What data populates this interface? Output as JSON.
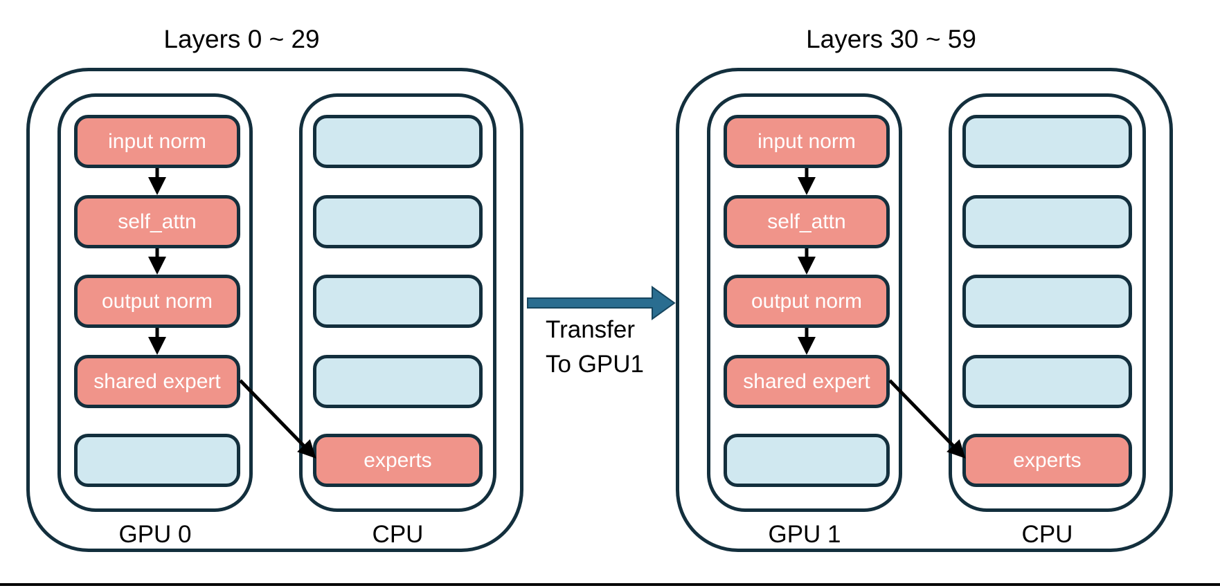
{
  "diagram": {
    "groups": [
      {
        "title": "Layers 0 ~ 29",
        "device_left_label": "GPU 0",
        "device_right_label": "CPU",
        "gpu_boxes": [
          {
            "label": "input norm",
            "type": "module"
          },
          {
            "label": "self_attn",
            "type": "module"
          },
          {
            "label": "output norm",
            "type": "module"
          },
          {
            "label": "shared expert",
            "type": "module"
          },
          {
            "label": "",
            "type": "empty-slot"
          }
        ],
        "cpu_boxes": [
          {
            "label": "",
            "type": "empty-slot"
          },
          {
            "label": "",
            "type": "empty-slot"
          },
          {
            "label": "",
            "type": "empty-slot"
          },
          {
            "label": "",
            "type": "empty-slot"
          },
          {
            "label": "experts",
            "type": "module"
          }
        ]
      },
      {
        "title": "Layers 30 ~ 59",
        "device_left_label": "GPU 1",
        "device_right_label": "CPU",
        "gpu_boxes": [
          {
            "label": "input norm",
            "type": "module"
          },
          {
            "label": "self_attn",
            "type": "module"
          },
          {
            "label": "output norm",
            "type": "module"
          },
          {
            "label": "shared expert",
            "type": "module"
          },
          {
            "label": "",
            "type": "empty-slot"
          }
        ],
        "cpu_boxes": [
          {
            "label": "",
            "type": "empty-slot"
          },
          {
            "label": "",
            "type": "empty-slot"
          },
          {
            "label": "",
            "type": "empty-slot"
          },
          {
            "label": "",
            "type": "empty-slot"
          },
          {
            "label": "experts",
            "type": "module"
          }
        ]
      }
    ],
    "transfer": {
      "line1": "Transfer",
      "line2": "To GPU1"
    },
    "colors": {
      "module_fill": "#F0948A",
      "empty_slot_fill": "#D0E8F0",
      "outline": "#132F3D",
      "flow_arrow": "#000000",
      "transfer_arrow_fill": "#2A6D90",
      "box_text": "#FFFFFF",
      "label_text": "#000000"
    },
    "icons": {
      "down_arrow": "down-arrow-icon",
      "diagonal_arrow": "diagonal-arrow-icon",
      "transfer_arrow": "transfer-arrow-icon"
    }
  }
}
